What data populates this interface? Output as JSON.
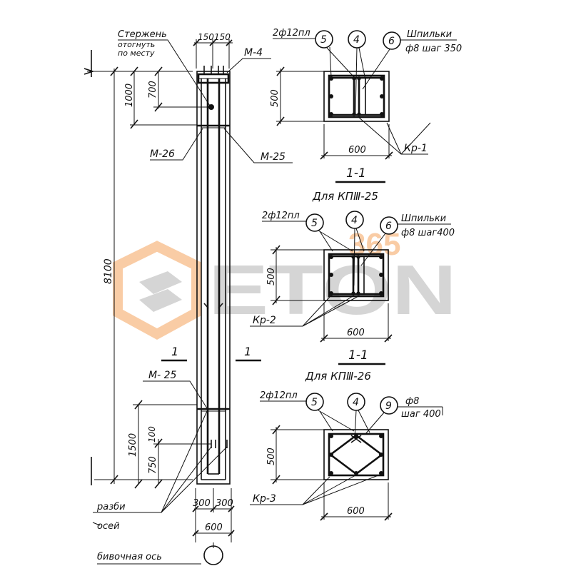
{
  "watermark": {
    "text": "ETON",
    "number": "365",
    "orange": "#f5a35c",
    "gray": "#b4b4b4"
  },
  "column": {
    "rod_note_1": "Стержень",
    "rod_note_2": "отогнуть",
    "rod_note_3": "по месту",
    "top_dim_left": "150",
    "top_dim_right": "150",
    "m4": "М-4",
    "dim_1000": "1000",
    "dim_700": "700",
    "dim_8100": "8100",
    "m26": "М-26",
    "m25_top": "М-25",
    "section_left": "1",
    "section_right": "1",
    "m25_bottom": "М- 25",
    "dim_1500": "1500",
    "dim_100": "100",
    "dim_750": "750",
    "bottom_dim_left": "300",
    "bottom_dim_right": "300",
    "bottom_dim_total": "600",
    "left_note_1": "разби",
    "left_note_2": "осей",
    "axis_note": "бивочная ось"
  },
  "section1": {
    "bars": "2ф12пл",
    "c5": "5",
    "c4": "4",
    "c6": "6",
    "ties_1": "Шпильки",
    "ties_2": "ф8 шаг 350",
    "height": "500",
    "width": "600",
    "frame": "Кр-1",
    "title": "1-1",
    "subtitle": "Для КПⅢ-25"
  },
  "section2": {
    "bars": "2ф12пл",
    "c5": "5",
    "c4": "4",
    "c6": "6",
    "ties_1": "Шпильки",
    "ties_2": "ф8 шаг400",
    "height": "500",
    "width": "600",
    "frame": "Кр-2",
    "title": "1-1",
    "subtitle": "Для КПⅢ-26"
  },
  "section3": {
    "bars": "2ф12пл",
    "c5": "5",
    "c4": "4",
    "c9": "9",
    "ties_1": "ф8",
    "ties_2": "шаг 400",
    "height": "500",
    "width": "600",
    "frame": "Кр-3"
  }
}
